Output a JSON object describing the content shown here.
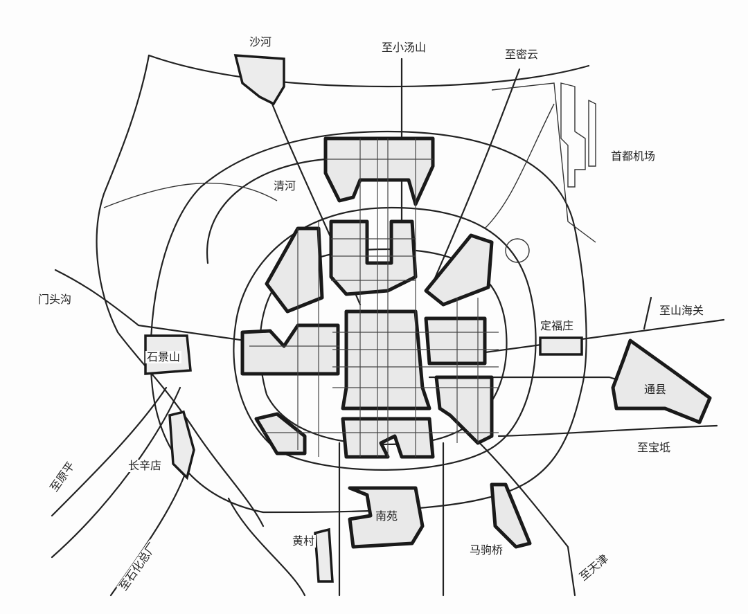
{
  "map": {
    "labels": {
      "shahe": "沙河",
      "xiaotangshan": "至小汤山",
      "miyun": "至密云",
      "airport": "首都机场",
      "qinghe": "清河",
      "mentougou": "门头沟",
      "shanhaiguan": "至山海关",
      "dingfuzhuang": "定福庄",
      "shijingshan": "石景山",
      "tongxian": "通县",
      "baodi": "至宝坻",
      "yuanping": "至原平",
      "changxindian": "长辛店",
      "nanyuan": "南苑",
      "huangcun": "黄村",
      "majuqiao": "马驹桥",
      "tianjin": "至天津",
      "shihua": "至石化总厂"
    },
    "colors": {
      "ink": "#1a1a1a",
      "paper": "#fdfdfd",
      "fill": "#e9e9e9"
    }
  }
}
